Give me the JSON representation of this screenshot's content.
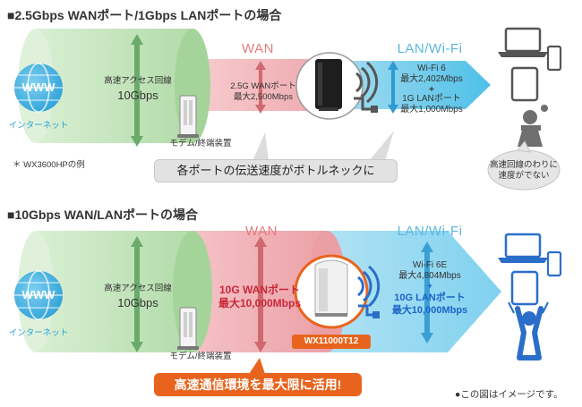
{
  "section1": {
    "heading": "■2.5Gbps WANポート/1Gbps LANポートの場合",
    "internet_label": "インターネット",
    "www_label": "WWW",
    "access_line": "高速アクセス回線",
    "access_speed": "10Gbps",
    "wan_zone": "WAN",
    "wan_port": "2.5G WANポート",
    "wan_max": "最大2,500Mbps",
    "modem_label": "モデム/終端装置",
    "lan_zone": "LAN/Wi-Fi",
    "wifi_name": "Wi-Fi 6",
    "wifi_max": "最大2,402Mbps",
    "plus": "+",
    "lan_port": "1G LANポート",
    "lan_max": "最大1,000Mbps",
    "note": "＊ WX3600HPの例",
    "bottleneck": "各ポートの伝送速度がボトルネックに",
    "slow_line1": "高速回線のわりに",
    "slow_line2": "速度がでない"
  },
  "section2": {
    "heading": "■10Gbps WAN/LANポートの場合",
    "internet_label": "インターネット",
    "www_label": "WWW",
    "access_line": "高速アクセス回線",
    "access_speed": "10Gbps",
    "wan_zone": "WAN",
    "wan_port": "10G WANポート",
    "wan_max": "最大10,000Mbps",
    "modem_label": "モデム/終端装置",
    "router_model": "WX11000T12",
    "lan_zone": "LAN/Wi-Fi",
    "wifi_name": "Wi-Fi 6E",
    "wifi_max": "最大4,804Mbps",
    "plus": "+",
    "lan_port": "10G LANポート",
    "lan_max": "最大10,000Mbps",
    "callout": "高速通信環境を最大限に活用!"
  },
  "footer_note": "●この図はイメージです。",
  "colors": {
    "green_band": "#bfe2b8",
    "green_arrow": "#66a866",
    "wan_band": "#f3bcc0",
    "wan_zone_text": "#e37c7c",
    "lan_band": "#6fc9e8",
    "lan_zone_text": "#5bb6de",
    "accent_orange": "#e8641e",
    "device_blue": "#2a6ec9",
    "device_gray": "#555555"
  }
}
